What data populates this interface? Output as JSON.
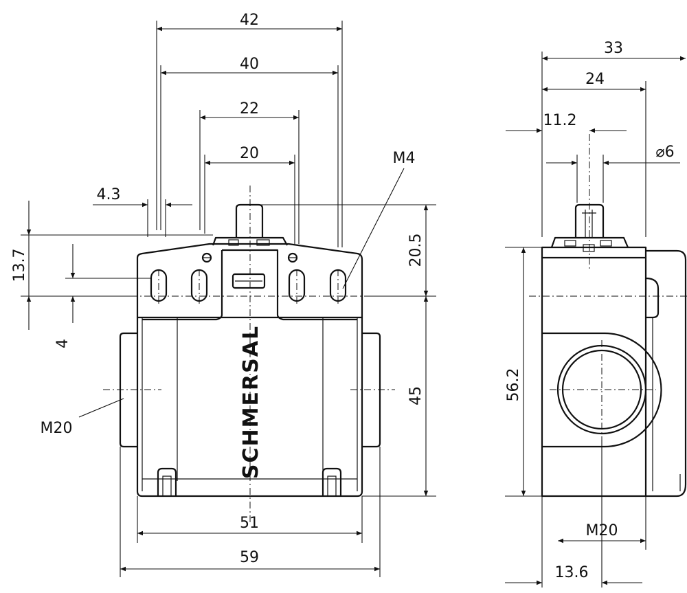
{
  "brand": "SCHMERSAL",
  "front_view": {
    "dimensions": {
      "width_top_outer": "42",
      "width_top_inner": "40",
      "hole_spacing_outer": "22",
      "hole_spacing_inner": "20",
      "slot_width": "4.3",
      "mount_height": "13.7",
      "slot_length": "4",
      "plunger_height": "20.5",
      "body_height": "45",
      "base_width": "51",
      "overall_width": "59"
    },
    "labels": {
      "screw": "M4",
      "conduit": "M20"
    }
  },
  "side_view": {
    "dimensions": {
      "overall_depth": "33",
      "body_depth": "24",
      "plunger_offset": "11.2",
      "plunger_diameter": "⌀6",
      "total_height": "56.2",
      "conduit_offset": "13.6"
    },
    "labels": {
      "conduit": "M20"
    }
  }
}
